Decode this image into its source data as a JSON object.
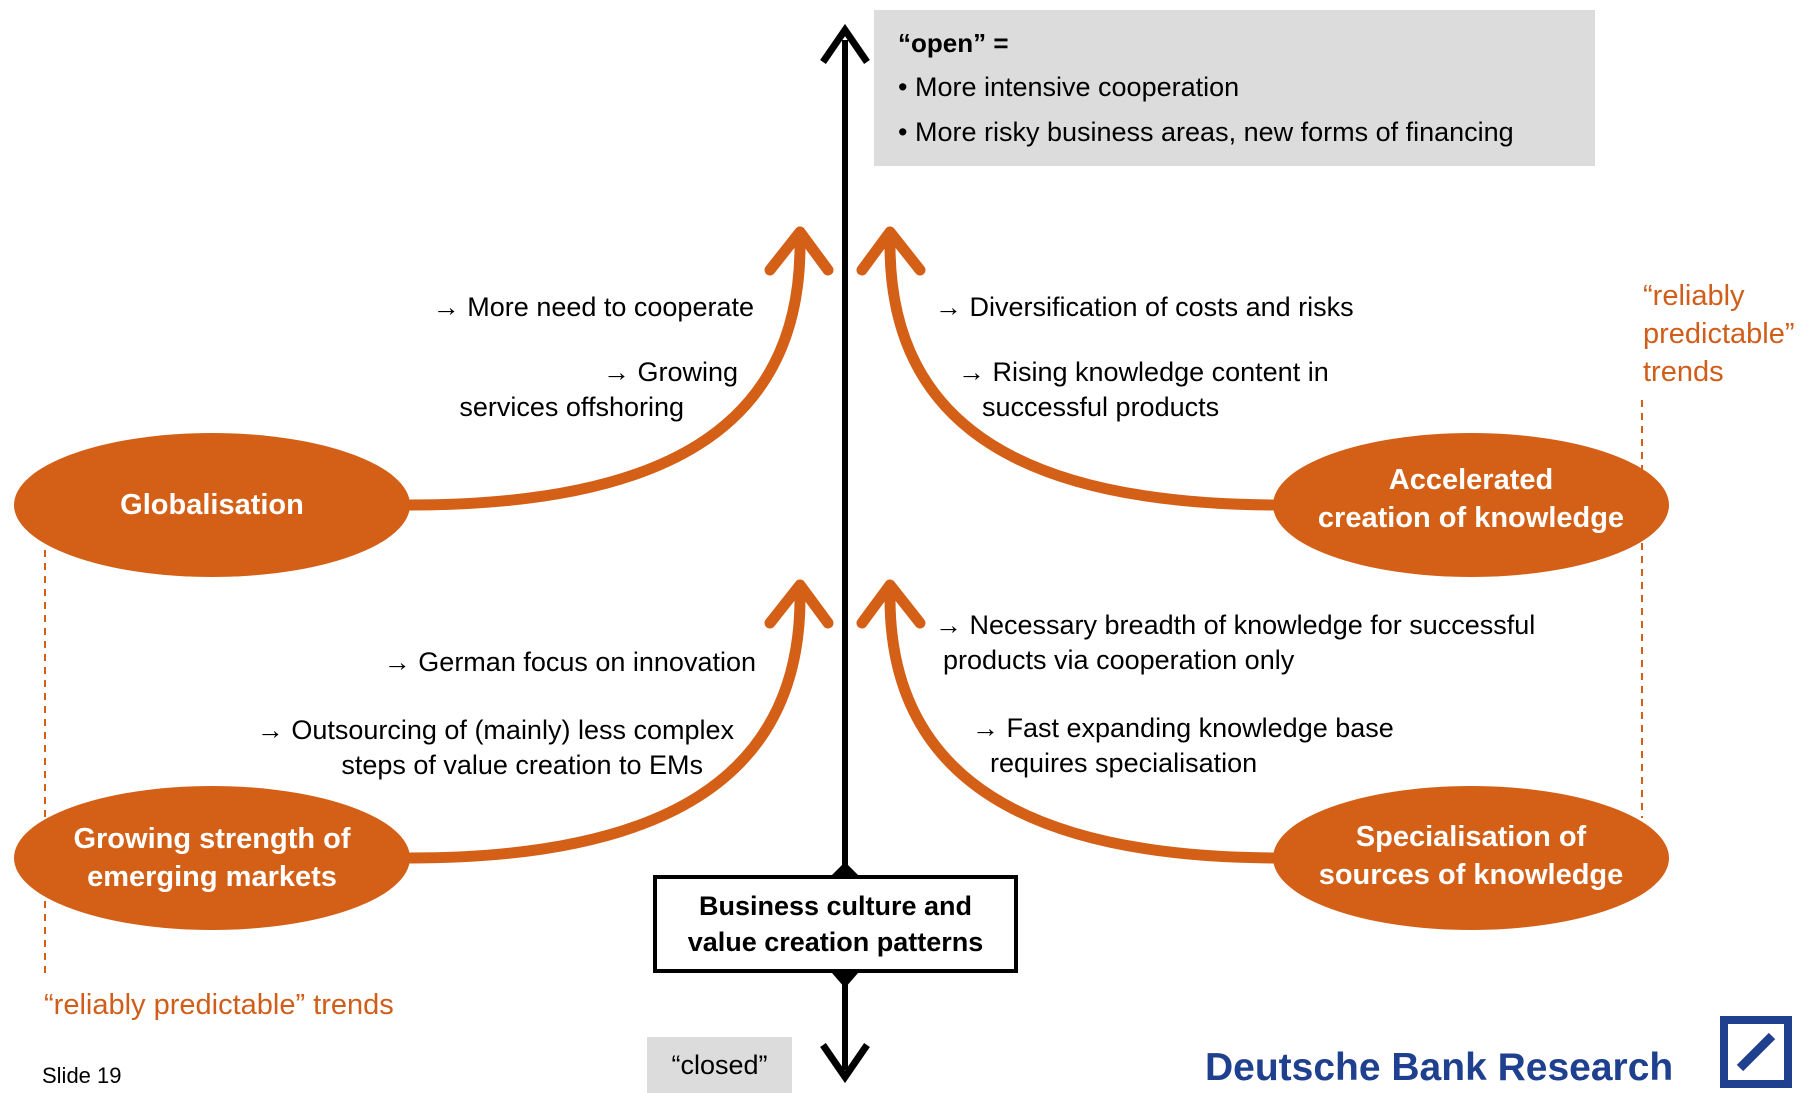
{
  "open_box": {
    "title": "“open” =",
    "bullets": [
      "• More intensive cooperation",
      "• More risky business areas, new forms of financing"
    ]
  },
  "left_top": {
    "arrow1": "→ More need to cooperate",
    "arrow2_line1": "→ Growing",
    "arrow2_line2": "services offshoring"
  },
  "right_top": {
    "arrow1": "→ Diversification of costs and risks",
    "arrow2_line1": "→ Rising knowledge content in",
    "arrow2_line2": "successful products"
  },
  "left_bottom": {
    "arrow1": "→ German focus on innovation",
    "arrow2_line1": "→ Outsourcing of (mainly) less complex",
    "arrow2_line2": "steps of value creation to EMs"
  },
  "right_bottom": {
    "arrow1_line1": "→ Necessary breadth of knowledge for successful",
    "arrow1_line2": "products via cooperation only",
    "arrow2_line1": "→ Fast expanding knowledge base",
    "arrow2_line2": "requires specialisation"
  },
  "ellipses": {
    "globalisation": "Globalisation",
    "emerging_line1": "Growing strength of",
    "emerging_line2": "emerging markets",
    "accelerated_line1": "Accelerated",
    "accelerated_line2": "creation of knowledge",
    "specialisation_line1": "Specialisation of",
    "specialisation_line2": "sources of knowledge"
  },
  "center_box": {
    "line1": "Business culture and",
    "line2": "value creation patterns"
  },
  "right_note": {
    "line1": "“reliably",
    "line2": "predictable”",
    "line3": "trends"
  },
  "left_note": "“reliably predictable” trends",
  "closed": "“closed”",
  "slide_number": "Slide 19",
  "brand": "Deutsche Bank Research",
  "colors": {
    "accent_orange": "#d45f17",
    "note_orange": "#d05e1a",
    "brand_blue": "#1f3f8f",
    "box_grey": "#dcdcdc"
  }
}
